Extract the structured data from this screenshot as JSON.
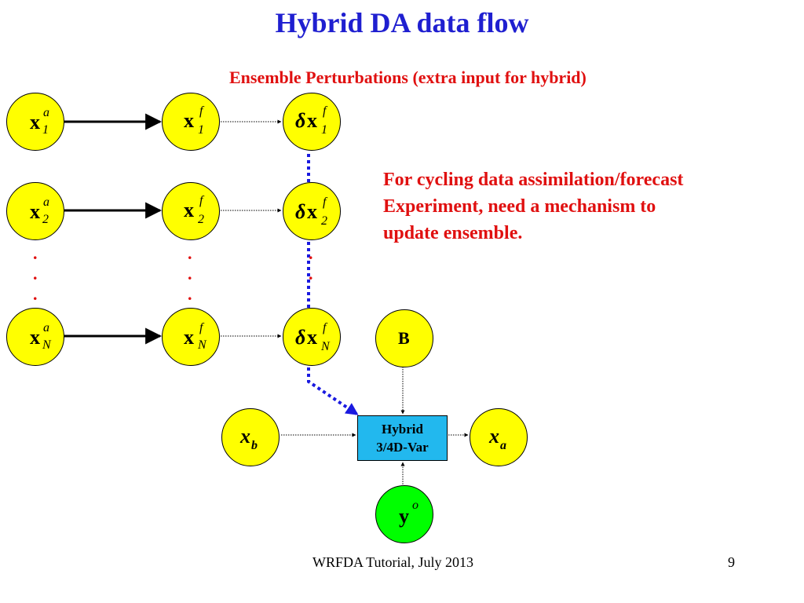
{
  "title": "Hybrid DA data flow",
  "subtitle": "Ensemble Perturbations (extra input for hybrid)",
  "note_lines": [
    "For cycling data assimilation/forecast",
    "Experiment, need a mechanism to",
    "update ensemble."
  ],
  "hybrid_box": {
    "line1": "Hybrid",
    "line2": "3/4D-Var"
  },
  "nodes": {
    "analysis": [
      {
        "sym": "x",
        "sup": "a",
        "sub": "1"
      },
      {
        "sym": "x",
        "sup": "a",
        "sub": "2"
      },
      {
        "sym": "x",
        "sup": "a",
        "sub": "N"
      }
    ],
    "forecast": [
      {
        "sym": "x",
        "sup": "f",
        "sub": "1"
      },
      {
        "sym": "x",
        "sup": "f",
        "sub": "2"
      },
      {
        "sym": "x",
        "sup": "f",
        "sub": "N"
      }
    ],
    "perturbation": [
      {
        "delta": "δ",
        "sym": "x",
        "sup": "f",
        "sub": "1"
      },
      {
        "delta": "δ",
        "sym": "x",
        "sup": "f",
        "sub": "2"
      },
      {
        "delta": "δ",
        "sym": "x",
        "sup": "f",
        "sub": "N"
      }
    ],
    "background_cov": {
      "label": "B"
    },
    "background": {
      "sym": "x",
      "sub": "b"
    },
    "analysis_out": {
      "sym": "x",
      "sub": "a"
    },
    "obs": {
      "sym": "y",
      "sup": "o"
    }
  },
  "ellipsis_dot": ".",
  "colors": {
    "title": "#1f1fd0",
    "red_text": "#e01010",
    "node_fill": "#ffff00",
    "obs_fill": "#00ff00",
    "hybrid_fill": "#22b8ee",
    "perturbation_link": "#1a1ae0",
    "ellipsis_dots": "#e01010"
  },
  "footer": "WRFDA Tutorial, July 2013",
  "page_number": "9"
}
